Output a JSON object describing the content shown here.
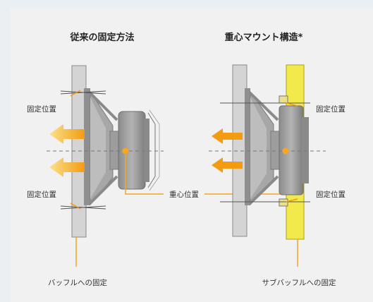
{
  "left": {
    "title": "従来の固定方法",
    "fix_label_top": "固定位置",
    "fix_label_bottom": "固定位置",
    "baffle_label": "バッフルへの固定"
  },
  "right": {
    "title": "重心マウント構造*",
    "fix_label_top": "固定位置",
    "fix_label_bottom": "固定位置",
    "baffle_label": "サブバッフルへの固定"
  },
  "center_label": "重心位置",
  "colors": {
    "accent_orange": "#f5a623",
    "arrow_orange": "#f39c12",
    "sub_baffle_yellow": "#f2e94a",
    "metal_gray": "#9a9a9a",
    "dark_gray": "#6f6f6f"
  }
}
